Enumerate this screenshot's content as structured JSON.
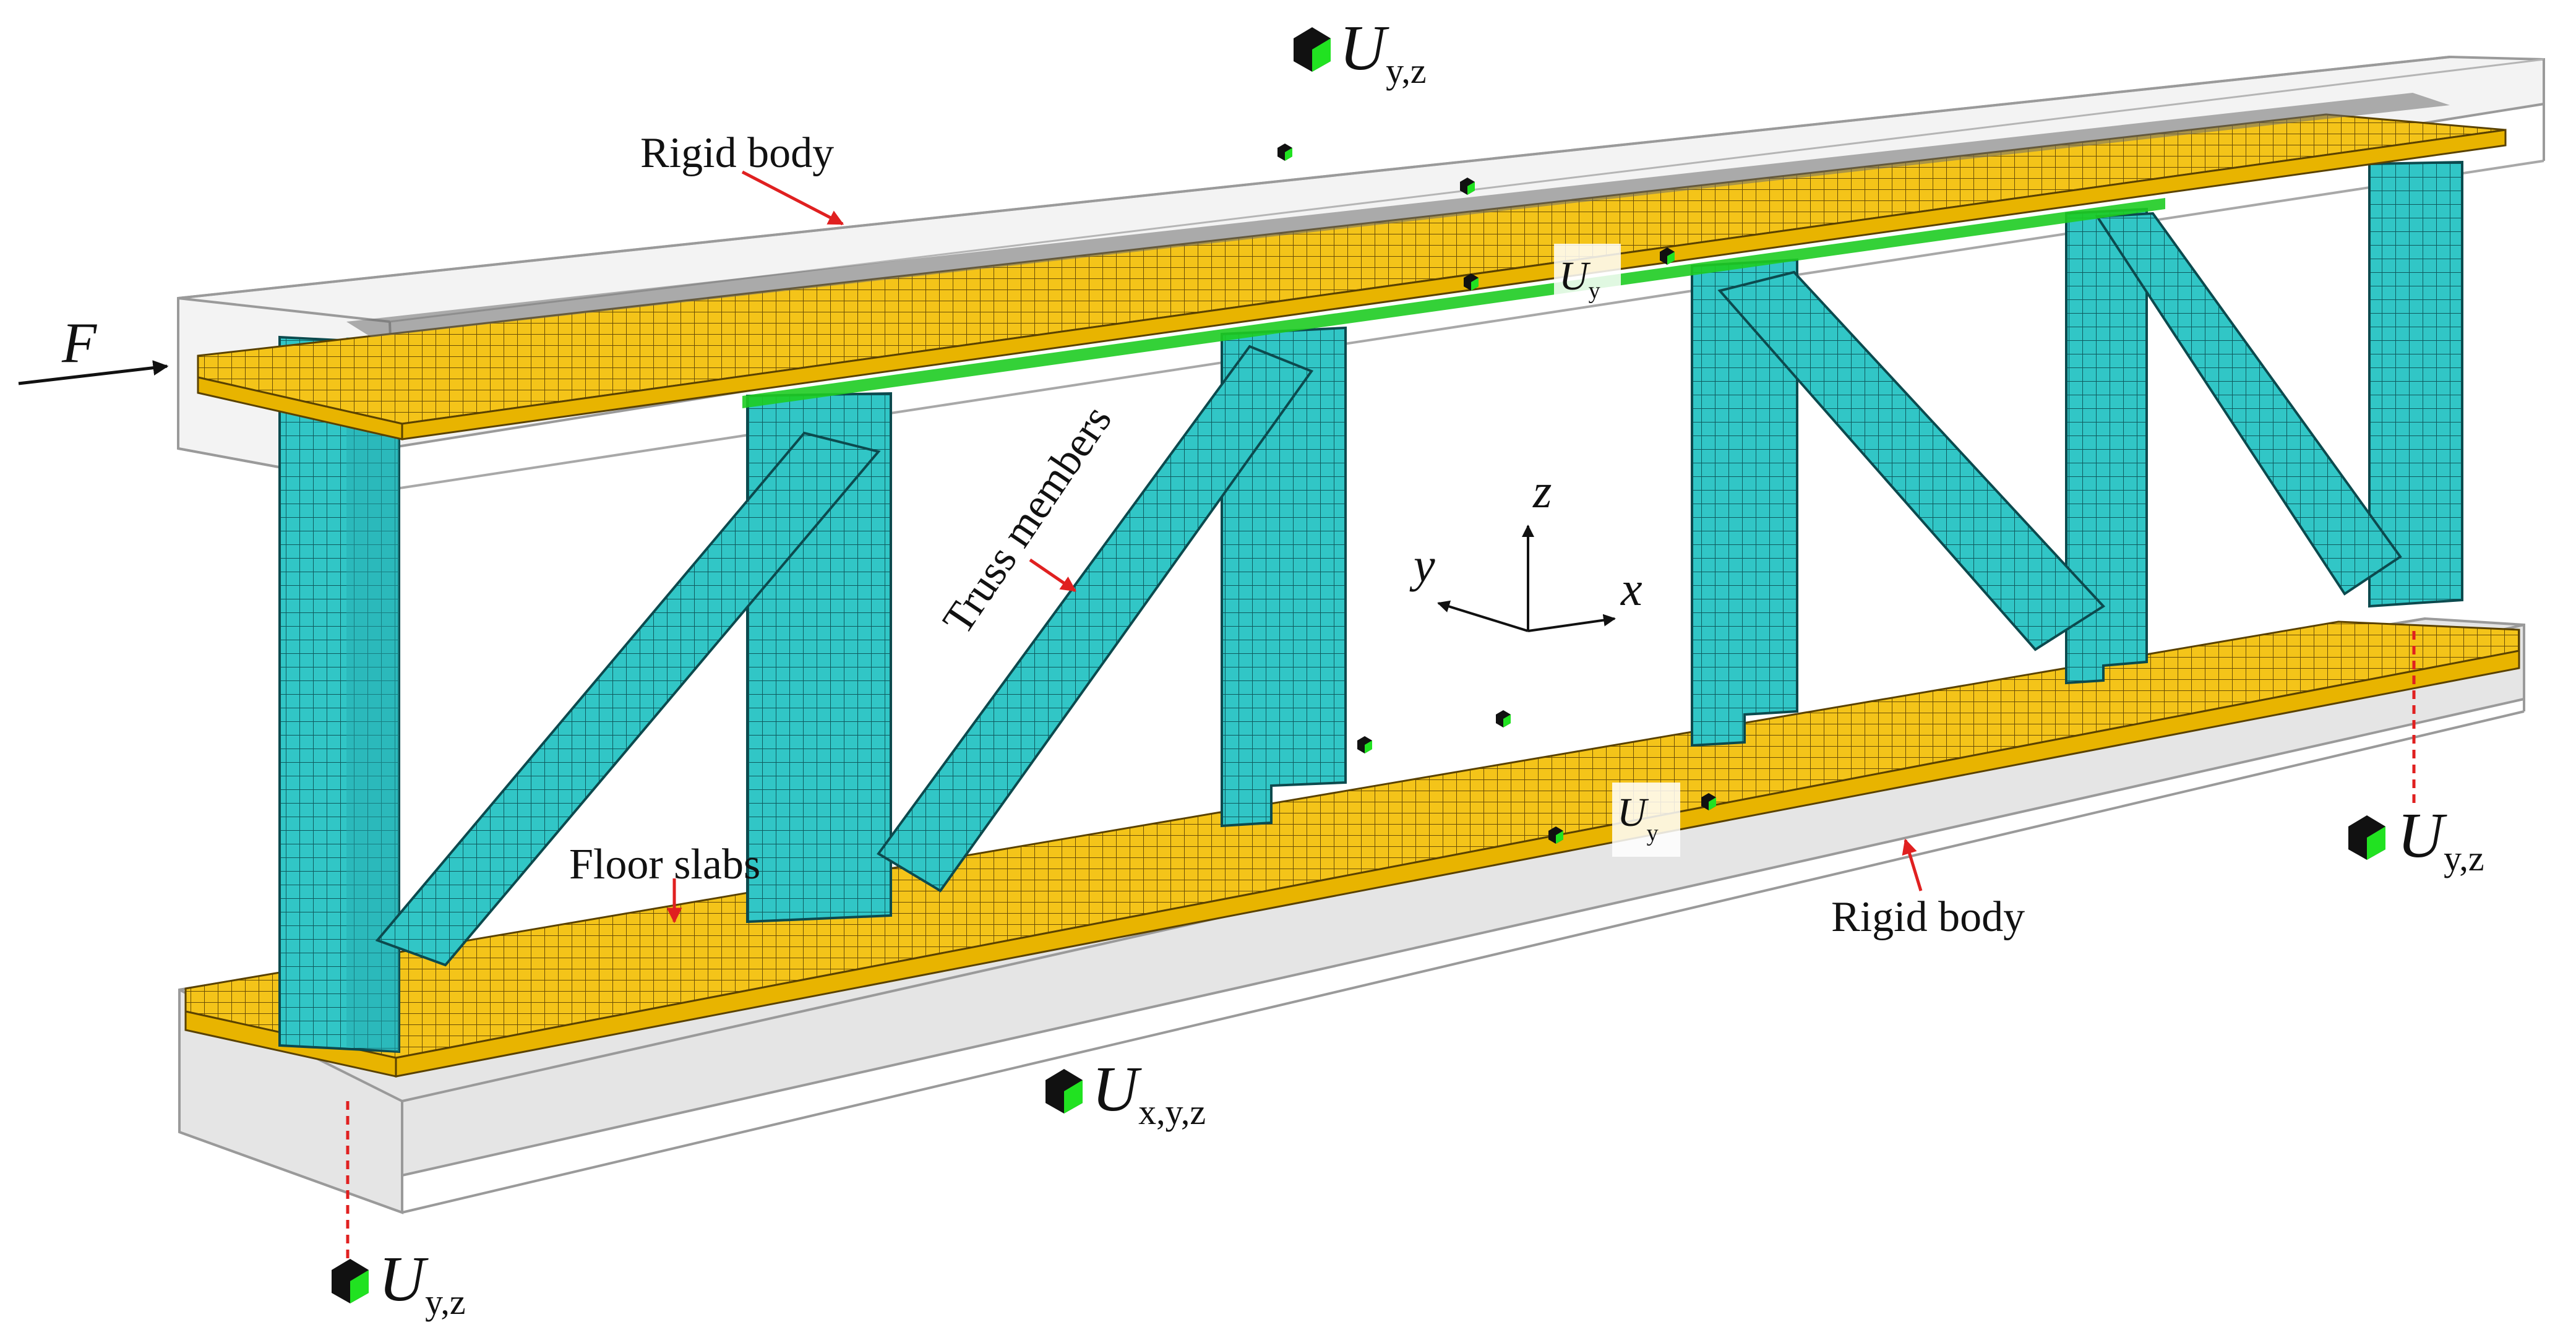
{
  "labels": {
    "force": "F",
    "rigid_body_top": "Rigid body",
    "rigid_body_bottom": "Rigid body",
    "truss_members": "Truss members",
    "floor_slabs": "Floor slabs"
  },
  "axes": {
    "x": "x",
    "y": "y",
    "z": "z"
  },
  "boundary_conditions": [
    {
      "id": "top-right",
      "symbol": "U",
      "sub": "y,z"
    },
    {
      "id": "top-mid",
      "symbol": "U",
      "sub": "y"
    },
    {
      "id": "bottom-mid",
      "symbol": "U",
      "sub": "y"
    },
    {
      "id": "bottom-center",
      "symbol": "U",
      "sub": "x,y,z"
    },
    {
      "id": "right-end",
      "symbol": "U",
      "sub": "y,z"
    },
    {
      "id": "left-end",
      "symbol": "U",
      "sub": "y,z"
    }
  ],
  "colors": {
    "truss": "#2ec4c4",
    "slab": "#f2c21a",
    "rigid_body": "#dcdcdc",
    "reference_point": "#22dd22",
    "arrow": "#e02020"
  }
}
